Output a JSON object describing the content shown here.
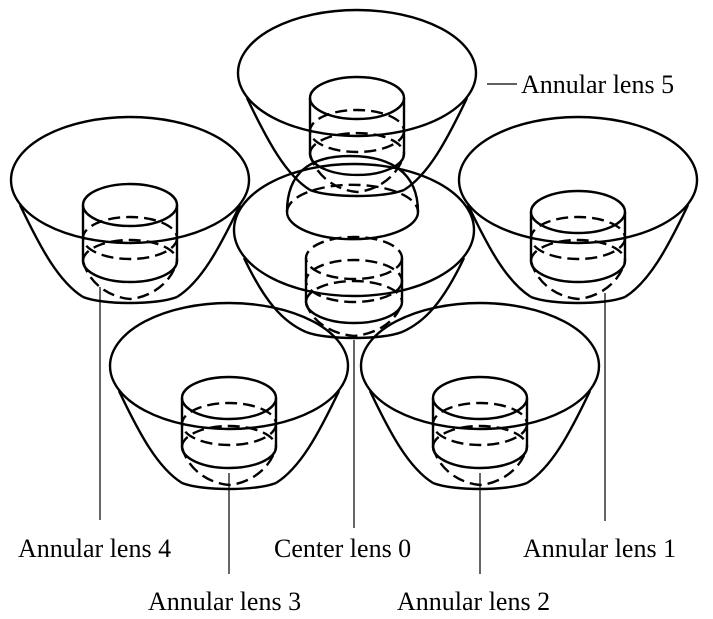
{
  "diagram": {
    "labels": {
      "lens5": "Annular lens 5",
      "lens4": "Annular lens 4",
      "lens0": "Center lens 0",
      "lens1": "Annular lens 1",
      "lens3": "Annular lens 3",
      "lens2": "Annular lens 2"
    },
    "line_color": "#000000",
    "background": "#ffffff"
  }
}
